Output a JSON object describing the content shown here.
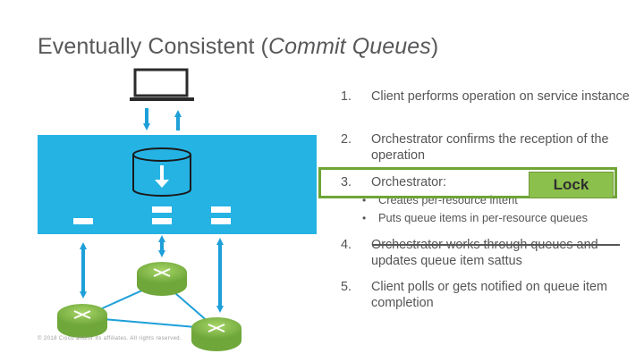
{
  "title": {
    "main": "Eventually Consistent (",
    "emph": "Commit Queues",
    "close": ")"
  },
  "steps": [
    {
      "num": "1.",
      "text": "Client performs operation on service instance"
    },
    {
      "num": "2.",
      "text": "Orchestrator confirms the reception of the operation"
    },
    {
      "num": "3.",
      "text": "Orchestrator:"
    },
    {
      "num": "4.",
      "text": "Orchestrator works through queues and updates queue item sattus"
    },
    {
      "num": "5.",
      "text": "Client polls or gets notified on queue item completion"
    }
  ],
  "bullets": [
    {
      "dot": "•",
      "text": "Creates per-resource intent"
    },
    {
      "dot": "•",
      "text": "Puts queue items in per-resource queues"
    }
  ],
  "lock_label": "Lock",
  "footer": "© 2018 Cisco and/or its affiliates. All rights reserved.",
  "colors": {
    "orchestrator_fill": "#25b3e4",
    "arrow": "#1d9fd8",
    "router": "#8cc04c",
    "highlight": "#6ea537"
  }
}
